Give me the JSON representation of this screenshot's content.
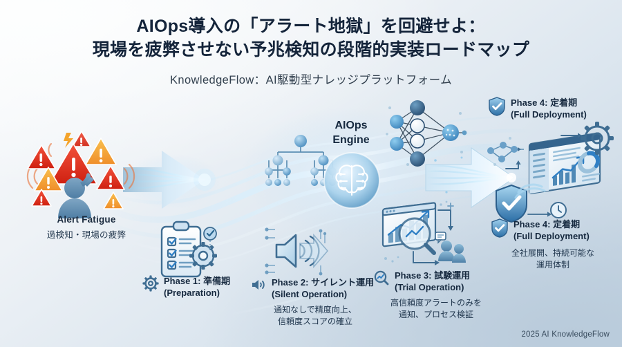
{
  "header": {
    "title_line1": "AIOps導入の「アラート地獄」を回避せよ：",
    "title_line2": "現場を疲弊させない予兆検知の段階的実装ロードマップ",
    "subtitle": "KnowledgeFlow：AI駆動型ナレッジプラットフォーム"
  },
  "alert_fatigue": {
    "label_en": "Alert Fatigue",
    "label_jp": "過検知・現場の疲弊",
    "icon": "warning-triangle-cluster"
  },
  "engine": {
    "label_line1": "AIOps",
    "label_line2": "Engine",
    "icon": "brain-circuit-icon"
  },
  "phases": [
    {
      "id": "phase-1",
      "icon": "gear-icon",
      "title_jp": "Phase 1: 準備期",
      "title_en": "(Preparation)",
      "sub": ""
    },
    {
      "id": "phase-2",
      "icon": "speaker-mute-icon",
      "title_jp": "Phase 2: サイレント運用",
      "title_en": "(Silent Operation)",
      "sub_line1": "通知なしで精度向上、",
      "sub_line2": "信頼度スコアの確立"
    },
    {
      "id": "phase-3",
      "icon": "magnifier-chart-icon",
      "title_jp": "Phase 3: 試験運用",
      "title_en": "(Trial Operation)",
      "sub_line1": "高信頼度アラートのみを",
      "sub_line2": "通知、プロセス検証"
    },
    {
      "id": "phase-4",
      "icon": "shield-check-icon",
      "title_jp": "Phase 4: 定着期",
      "title_en": "(Full Deployment)",
      "sub_line1": "全社展開、持続可能な",
      "sub_line2": "運用体制"
    }
  ],
  "phase4_top": {
    "icon": "shield-check-icon",
    "title_jp": "Phase 4: 定着期",
    "title_en": "(Full Deployment)"
  },
  "graphics": {
    "tree": "hierarchy-tree-icon",
    "neural": "neural-network-icon",
    "clipboard": "clipboard-checklist-icon",
    "dashboard_trial": "analytics-dashboard-icon",
    "people": "users-group-icon",
    "dashboard_full": "bi-dashboard-icon",
    "arrow_left": "flow-arrow-right",
    "arrow_right": "flow-arrow-right"
  },
  "footer": {
    "text": "2025 AI KnowledgeFlow"
  },
  "colors": {
    "accent_blue": "#2f7fc4",
    "deep_navy": "#16293f",
    "alert_red": "#e03a2a",
    "alert_orange": "#f0a23a",
    "bg_light": "#fbfcfd",
    "bg_dark": "#c3d3e1"
  }
}
